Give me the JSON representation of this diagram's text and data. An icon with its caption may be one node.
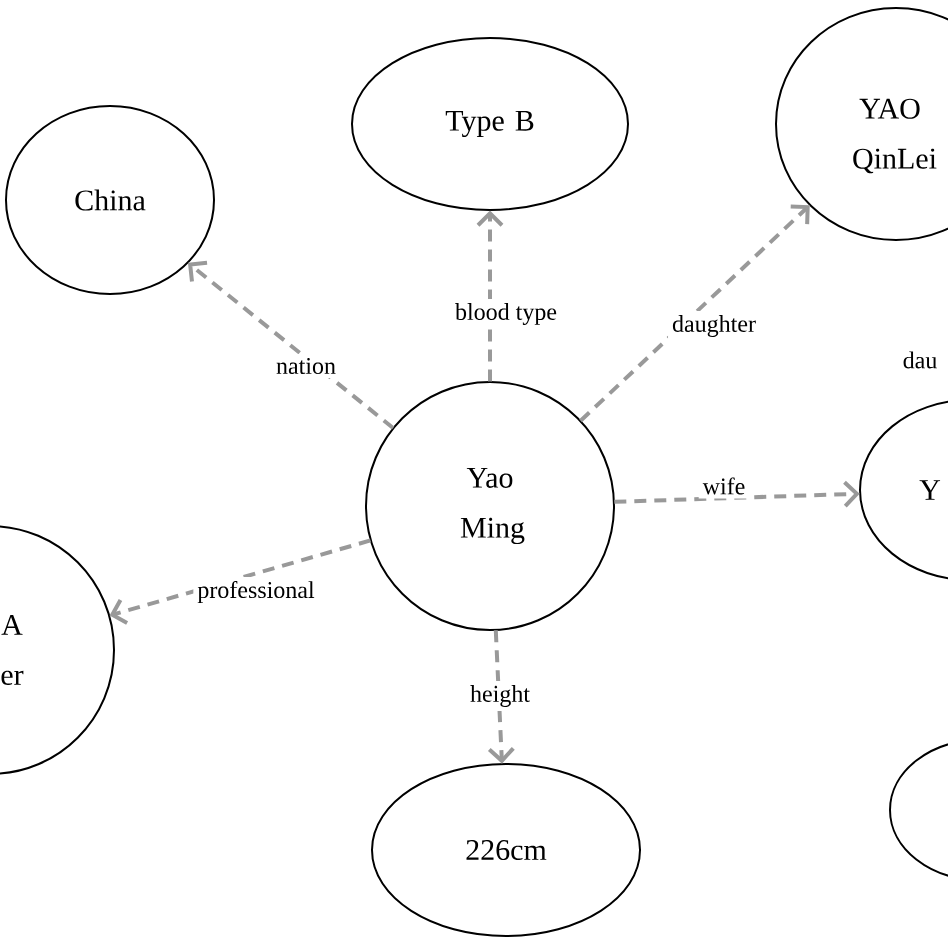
{
  "diagram": {
    "nodes": [
      {
        "text": [
          "China"
        ]
      },
      {
        "text": [
          "Type B"
        ]
      },
      {
        "text": [
          "YAO QinLei"
        ]
      },
      {
        "text": [
          "Yao Ming"
        ]
      },
      {
        "text": [
          "Y"
        ]
      },
      {
        "text": [
          "A er"
        ]
      },
      {
        "text": [
          "226cm"
        ]
      },
      {
        "text": [],
        "shape": "circle"
      }
    ],
    "edges": [
      {
        "from": 3,
        "to": 0,
        "arrow": "to",
        "label": "nation",
        "style": "dashed"
      },
      {
        "from": 3,
        "to": 1,
        "arrow": "to",
        "label": "blood type",
        "style": "dashed"
      },
      {
        "from": 3,
        "to": 2,
        "arrow": "to",
        "label": "daughter",
        "style": "dashed"
      },
      {
        "from": 3,
        "to": 4,
        "arrow": "to",
        "label": "wife",
        "style": "dashed"
      },
      {
        "from": 3,
        "to": 5,
        "arrow": "to",
        "label": "professional",
        "style": "dashed"
      },
      {
        "from": 3,
        "to": 6,
        "arrow": "to",
        "label": "height",
        "style": "dashed"
      }
    ],
    "labels": [
      "dau"
    ]
  }
}
